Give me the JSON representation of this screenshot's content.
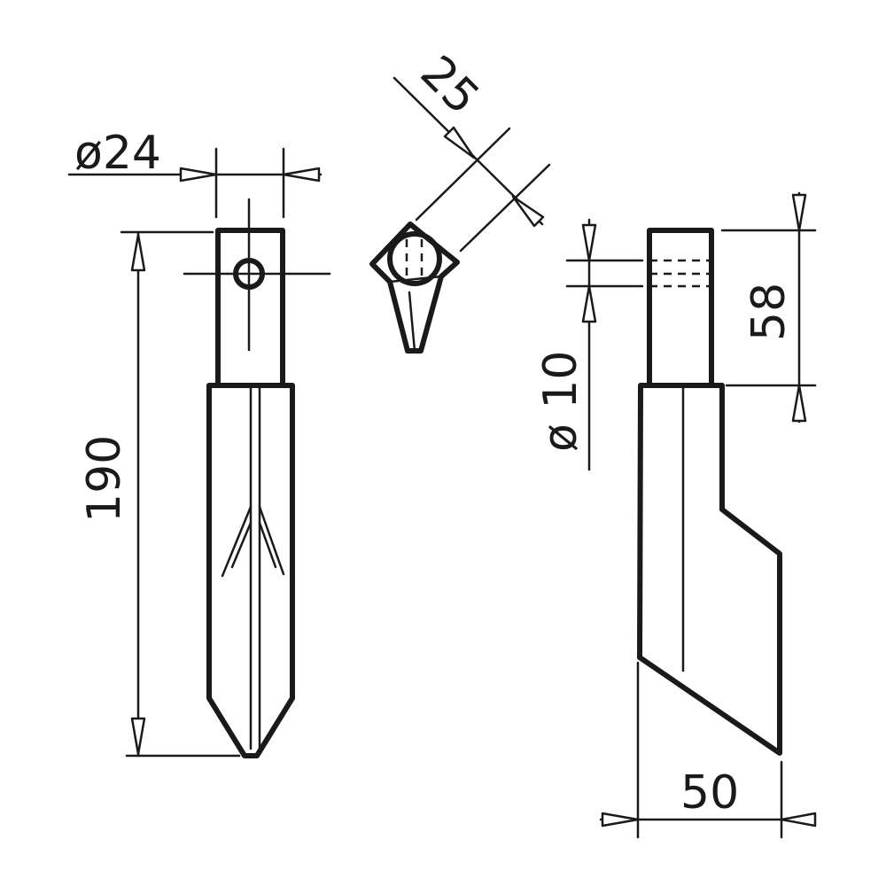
{
  "drawing": {
    "dimensions": {
      "shank_diameter": "ø24",
      "overall_length": "190",
      "section_width": "25",
      "hole_diameter": "ø 10",
      "shank_length": "58",
      "blade_width": "50"
    }
  }
}
